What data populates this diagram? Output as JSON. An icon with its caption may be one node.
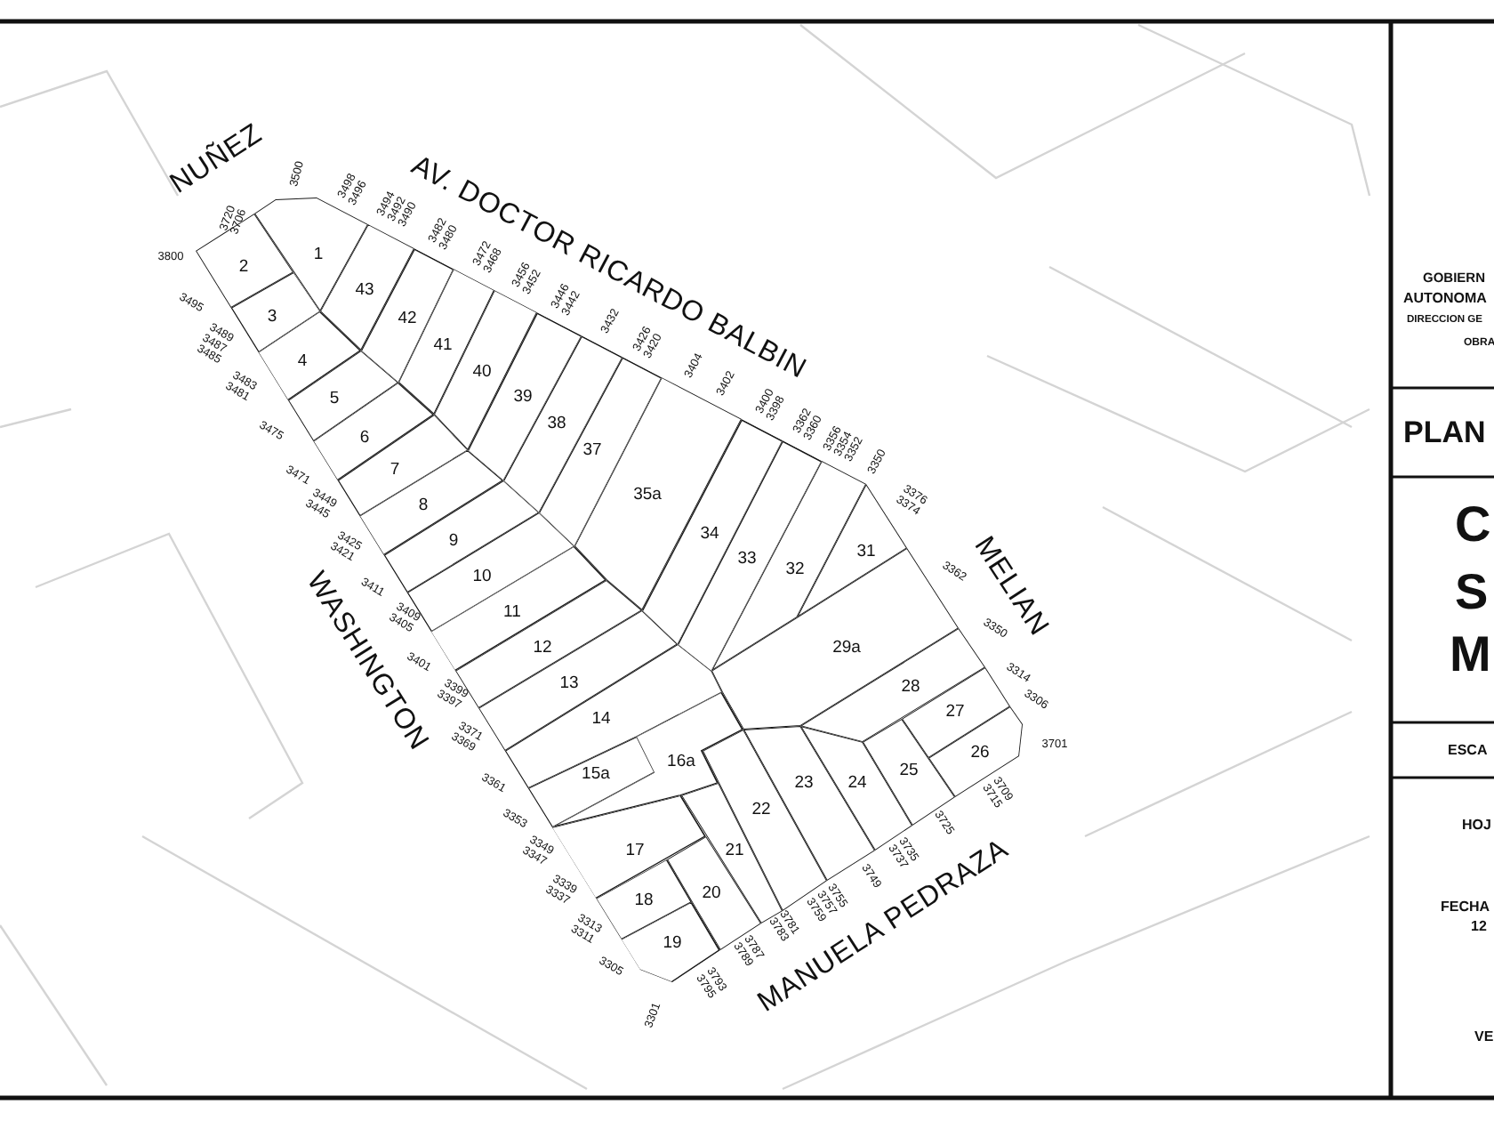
{
  "diagram": {
    "nodes": [
      {
        "text": [
          "1"
        ]
      },
      {
        "text": [
          "2"
        ]
      },
      {
        "text": [
          "3"
        ]
      },
      {
        "text": [
          "4"
        ]
      },
      {
        "text": [
          "5"
        ]
      },
      {
        "text": [
          "6"
        ]
      },
      {
        "text": [
          "7"
        ]
      },
      {
        "text": [
          "8"
        ]
      },
      {
        "text": [
          "9"
        ]
      },
      {
        "text": [
          "10"
        ]
      },
      {
        "text": [
          "11"
        ]
      },
      {
        "text": [
          "12"
        ]
      },
      {
        "text": [
          "13"
        ]
      },
      {
        "text": [
          "14"
        ]
      },
      {
        "text": [
          "15a"
        ]
      },
      {
        "text": [
          "16a"
        ]
      },
      {
        "text": [
          "17"
        ]
      },
      {
        "text": [
          "18"
        ]
      },
      {
        "text": [
          "19"
        ]
      },
      {
        "text": [
          "20"
        ]
      },
      {
        "text": [
          "21"
        ]
      },
      {
        "text": [
          "22"
        ]
      },
      {
        "text": [
          "23"
        ]
      },
      {
        "text": [
          "24"
        ]
      },
      {
        "text": [
          "25"
        ]
      },
      {
        "text": [
          "26"
        ]
      },
      {
        "text": [
          "27"
        ]
      },
      {
        "text": [
          "28"
        ]
      },
      {
        "text": [
          "29a"
        ]
      },
      {
        "text": [
          "31"
        ]
      },
      {
        "text": [
          "32"
        ]
      },
      {
        "text": [
          "33"
        ]
      },
      {
        "text": [
          "34"
        ]
      },
      {
        "text": [
          "35a"
        ]
      },
      {
        "text": [
          "37"
        ]
      },
      {
        "text": [
          "38"
        ]
      },
      {
        "text": [
          "39"
        ]
      },
      {
        "text": [
          "40"
        ]
      },
      {
        "text": [
          "41"
        ]
      },
      {
        "text": [
          "42"
        ]
      },
      {
        "text": [
          "43"
        ]
      }
    ],
    "labels": [
      "NUÑEZ",
      "3500",
      "3720",
      "3706",
      "3800",
      "AV. DOCTOR RICARDO BALBIN",
      "3498",
      "3496",
      "3494",
      "3492",
      "3490",
      "3482",
      "3480",
      "3472",
      "3468",
      "3456",
      "3452",
      "3446",
      "3442",
      "3432",
      "3426",
      "3420",
      "3404",
      "3402",
      "3400",
      "3398",
      "3362",
      "3360",
      "3356",
      "3354",
      "3352",
      "3350",
      "3376",
      "3374",
      "3362",
      "3350",
      "3314",
      "3306",
      "MELIAN",
      "3701",
      "3495",
      "3489",
      "3487",
      "3485",
      "3483",
      "3481",
      "3475",
      "3471",
      "3449",
      "3445",
      "3425",
      "3421",
      "3411",
      "3409",
      "3405",
      "3401",
      "3399",
      "3397",
      "3371",
      "3369",
      "3361",
      "3353",
      "3349",
      "3347",
      "3339",
      "3337",
      "3313",
      "3311",
      "3305",
      "WASHINGTON",
      "3301",
      "3793",
      "3795",
      "3787",
      "3789",
      "3781",
      "3783",
      "3755",
      "3757",
      "3759",
      "3749",
      "3735",
      "3737",
      "3725",
      "3709",
      "3715",
      "MANUELA PEDRAZA",
      "GOBIERN",
      "AUTONOMA",
      "DIRECCION GE",
      "OBRA",
      "PLAN",
      "C",
      "S",
      "M",
      "ESCA",
      "HOJ",
      "FECHA",
      "12",
      "VE"
    ]
  }
}
